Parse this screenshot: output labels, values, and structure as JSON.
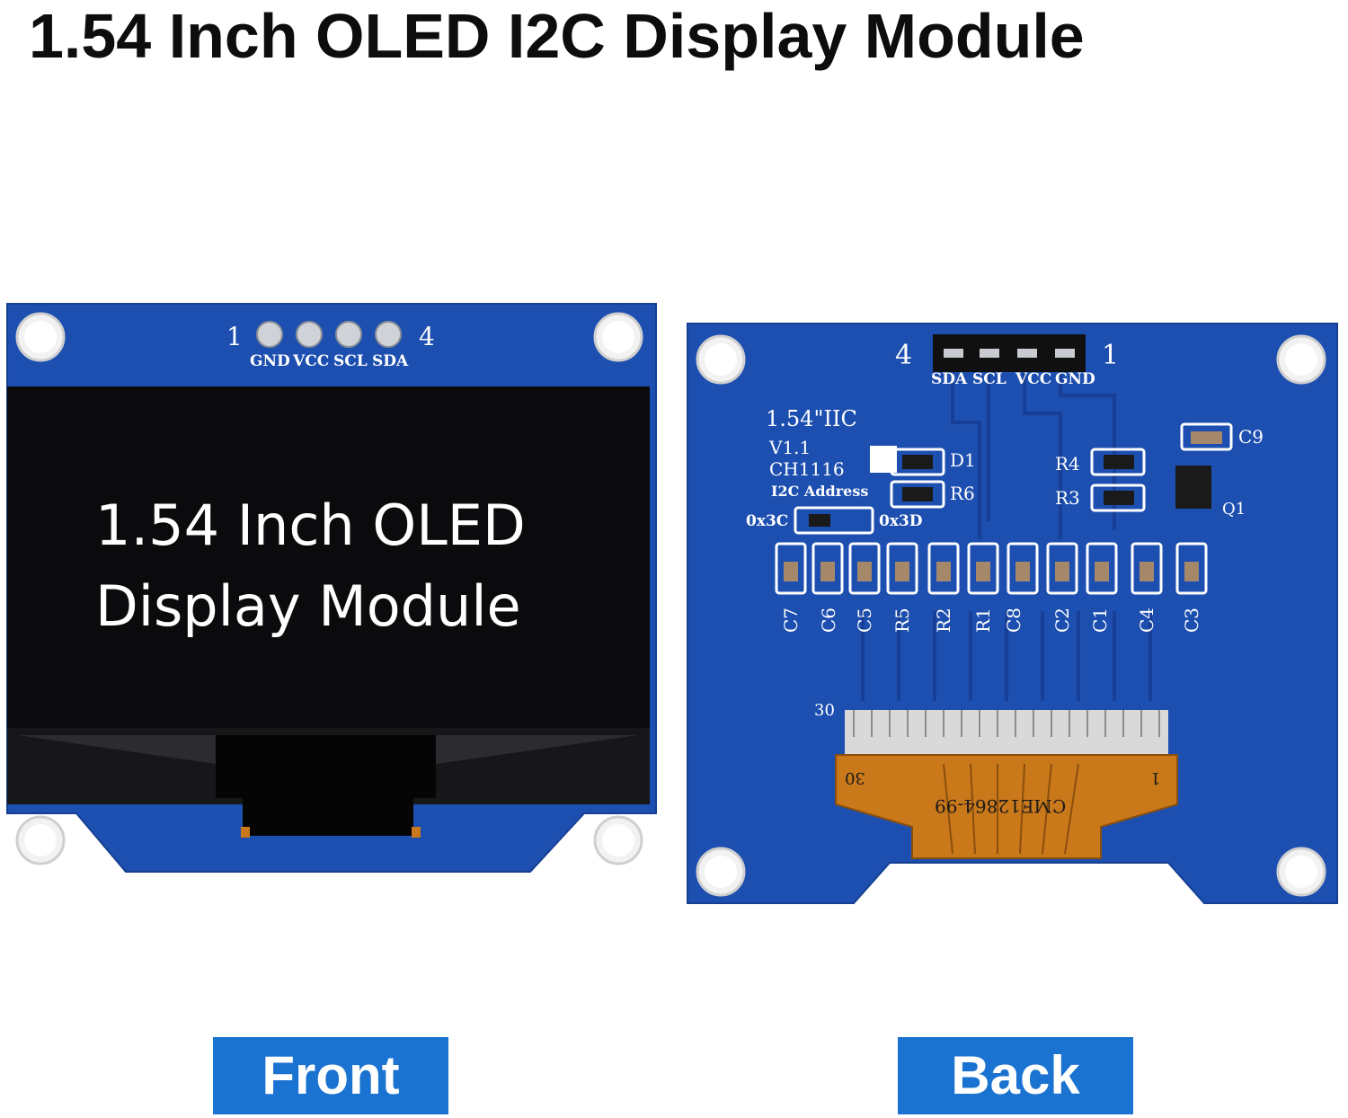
{
  "title": "1.54 Inch OLED I2C Display Module",
  "front": {
    "pin_num_left": "1",
    "pin_num_right": "4",
    "pins": [
      "GND",
      "VCC",
      "SCL",
      "SDA"
    ],
    "screen_line1": "1.54 Inch OLED",
    "screen_line2": "Display Module"
  },
  "back": {
    "pin_num_left": "4",
    "pin_num_right": "1",
    "pins": [
      "SDA",
      "SCL",
      "VCC",
      "GND"
    ],
    "silk_model": "1.54\"IIC",
    "silk_version": "V1.1",
    "silk_chip": "CH1116",
    "silk_address_label": "I2C Address",
    "addr_left": "0x3C",
    "addr_right": "0x3D",
    "d1": "D1",
    "r6": "R6",
    "r4": "R4",
    "r3": "R3",
    "c9": "C9",
    "q1": "Q1",
    "components": [
      "C7",
      "C6",
      "C5",
      "R5",
      "R2",
      "R1",
      "C8",
      "C2",
      "C1",
      "C4",
      "C3"
    ],
    "fpc_num_top": "30",
    "fpc_num_left": "30",
    "fpc_num_right": "1",
    "fpc_part": "CME12864-99"
  },
  "captions": {
    "front": "Front",
    "back": "Back"
  },
  "colors": {
    "pcb_blue": "#1d4fb0",
    "pcb_dark": "#0f2f78",
    "screen": "#0b0b0d",
    "caption_bg": "#1a72d1",
    "flex": "#c9781a"
  }
}
